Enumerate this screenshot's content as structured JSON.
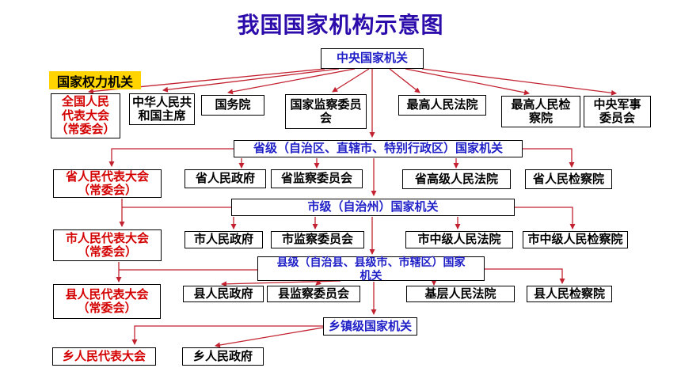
{
  "title": "我国国家机构示意图",
  "power_label": "国家权力机关",
  "colors": {
    "title_text": "#2d0cac",
    "level_header_text": "#1f1fc8",
    "congress_text": "#d40000",
    "arrow": "#c22230",
    "highlight_bg": "#ffd400",
    "box_border": "#000000"
  },
  "diagram": {
    "central": {
      "header": "中央国家机关",
      "npc": "全国人民\n代表大会\n（常委会）",
      "president": "中华人民共\n和国主席",
      "state_council": "国务院",
      "supervision": "国家监察委员\n会",
      "court": "最高人民法院",
      "procuratorate": "最高人民检\n察院",
      "military": "中央军事\n委员会"
    },
    "province": {
      "header": "省级（自治区、直辖市、特别行政区）国家机关",
      "npc": "省人民代表大会\n（常委会）",
      "gov": "省人民政府",
      "supervision": "省监察委员会",
      "court": "省高级人民法院",
      "procuratorate": "省人民检察院"
    },
    "city": {
      "header": "市级（自治州）国家机关",
      "npc": "市人民代表大会\n（常委会）",
      "gov": "市人民政府",
      "supervision": "市监察委员会",
      "court": "市中级人民法院",
      "procuratorate": "市中级人民检察院"
    },
    "county": {
      "header": "县级（自治县、县级市、市辖区）国家\n机关",
      "npc": "县人民代表大会\n（常委会）",
      "gov": "县人民政府",
      "supervision": "县监察委员会",
      "court": "基层人民法院",
      "procuratorate": "县人民检察院"
    },
    "township": {
      "header": "乡镇级国家机关",
      "npc": "乡人民代表大会",
      "gov": "乡人民政府"
    }
  }
}
